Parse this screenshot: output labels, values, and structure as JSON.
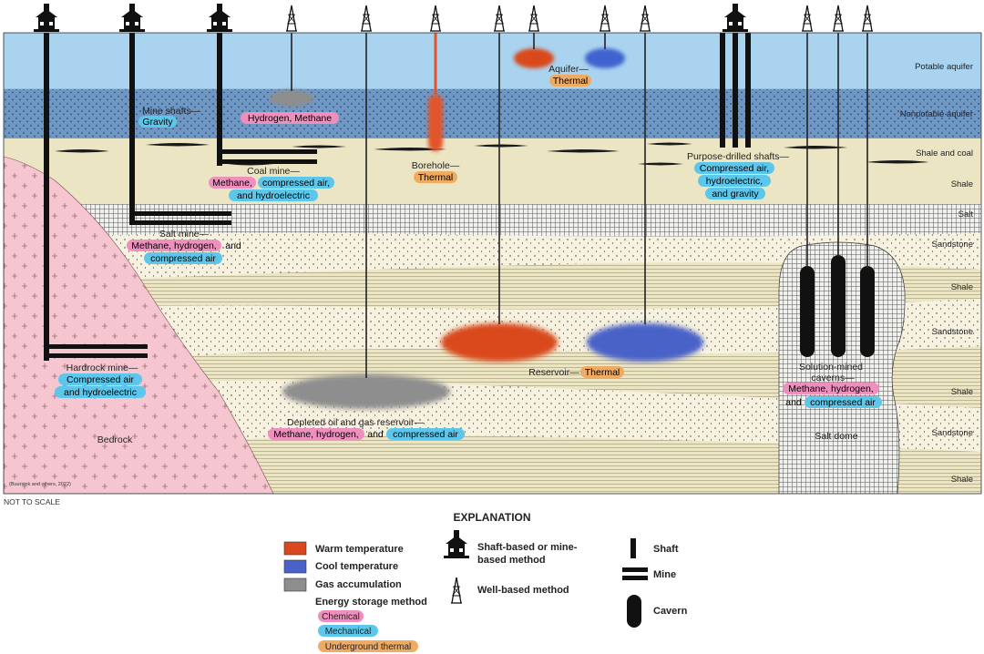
{
  "layers": {
    "potable": "Potable aquifer",
    "nonpotable": "Nonpotable aquifer",
    "shale_coal": "Shale and coal",
    "shale1": "Shale",
    "salt": "Salt",
    "sandstone1": "Sandstone",
    "shale2": "Shale",
    "sandstone2": "Sandstone",
    "shale3": "Shale",
    "sandstone3": "Sandstone",
    "shale4": "Shale"
  },
  "labels": {
    "aquifer": "Aquifer—",
    "aquifer_tag": "Thermal",
    "mine_shafts": "Mine shafts—",
    "mine_shafts_tag": "Gravity",
    "hydrogen_methane": "Hydrogen, Methane",
    "borehole": "Borehole—",
    "borehole_tag": "Thermal",
    "coal_mine": "Coal mine—",
    "coal_mine_tag1": "Methane,",
    "coal_mine_tag2": "compressed air,",
    "coal_mine_tag3": "and hydroelectric",
    "purpose_shafts": "Purpose-drilled shafts—",
    "purpose_tag1": "Compressed air,",
    "purpose_tag2": "hydroelectric,",
    "purpose_tag3": "and gravity",
    "salt_mine": "Salt mine—",
    "salt_mine_tag1": "Methane, hydrogen,",
    "salt_mine_and": "and",
    "salt_mine_tag2": "compressed air",
    "reservoir": "Reservoir—",
    "reservoir_tag": "Thermal",
    "hardrock": "Hardrock mine—",
    "hardrock_tag1": "Compressed air",
    "hardrock_tag2": "and hydroelectric",
    "caverns1": "Solution-mined",
    "caverns2": "caverns—",
    "caverns_tag1": "Methane, hydrogen,",
    "caverns_and": "and",
    "caverns_tag2": "compressed air",
    "depleted": "Depleted oil and gas reservoir—",
    "depleted_tag1": "Methane, hydrogen,",
    "depleted_and": "and",
    "depleted_tag2": "compressed air",
    "bedrock": "Bedrock",
    "salt_dome": "Salt dome",
    "citation": "(Buursink and others, 2022)",
    "not_to_scale": "NOT TO SCALE"
  },
  "legend": {
    "title": "EXPLANATION",
    "warm": "Warm temperature",
    "cool": "Cool temperature",
    "gas": "Gas accumulation",
    "method": "Energy storage method",
    "chemical": "Chemical",
    "mechanical": "Mechanical",
    "thermal": "Underground thermal",
    "shaft_method1": "Shaft-based or mine-",
    "shaft_method2": "based method",
    "well_method": "Well-based method",
    "shaft": "Shaft",
    "mine": "Mine",
    "cavern": "Cavern"
  },
  "colors": {
    "potable": "#a9d3ef",
    "nonpotable": "#6f97c4",
    "shale": "#ece5c3",
    "sandstone": "#f7f2df",
    "salt": "#f0f0ec",
    "bedrock": "#f6c6d0",
    "warm": "#d9481e",
    "cool": "#4a62c8",
    "gas": "#8e8e8e",
    "chemical": "#ef8fbd",
    "mechanical": "#5cc7ea",
    "thermal": "#f0ab62"
  }
}
